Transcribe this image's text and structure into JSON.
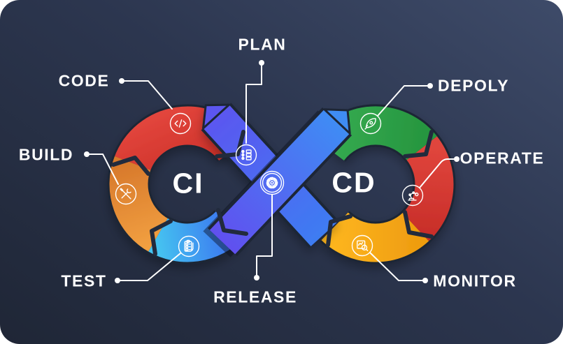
{
  "diagram": {
    "name": "CI/CD DevOps infinity loop",
    "title_left": "CI",
    "title_right": "CD",
    "stages": [
      {
        "label": "PLAN",
        "icon": "plan-icon"
      },
      {
        "label": "CODE",
        "icon": "code-icon"
      },
      {
        "label": "BUILD",
        "icon": "build-tools-icon"
      },
      {
        "label": "TEST",
        "icon": "test-checklist-icon"
      },
      {
        "label": "RELEASE",
        "icon": "release-gear-icon"
      },
      {
        "label": "DEPOLY",
        "icon": "rocket-icon"
      },
      {
        "label": "OPERATE",
        "icon": "robot-arm-icon"
      },
      {
        "label": "MONITOR",
        "icon": "monitor-chart-icon"
      }
    ]
  },
  "colors": {
    "background_light": "#3e4b69",
    "background_dark": "#1f2636",
    "seam_dark": "#222b3d",
    "red_start": "#e2453c",
    "red_end": "#cc3029",
    "orange_start": "#d87a2c",
    "orange_end": "#f2a041",
    "cyan_start": "#45c3f0",
    "cyan_end": "#3b72f0",
    "green_start": "#35ab51",
    "green_end": "#27963f",
    "red2_start": "#e0453c",
    "red2_end": "#c92f2a",
    "yellow_start": "#fdb51f",
    "yellow_end": "#ef9d10",
    "band_back_start": "#5b57f0",
    "band_back_end": "#3e7cf2",
    "band_front_start": "#6050ef",
    "band_front_end": "#3f8cf4",
    "line_white": "#ffffff"
  }
}
